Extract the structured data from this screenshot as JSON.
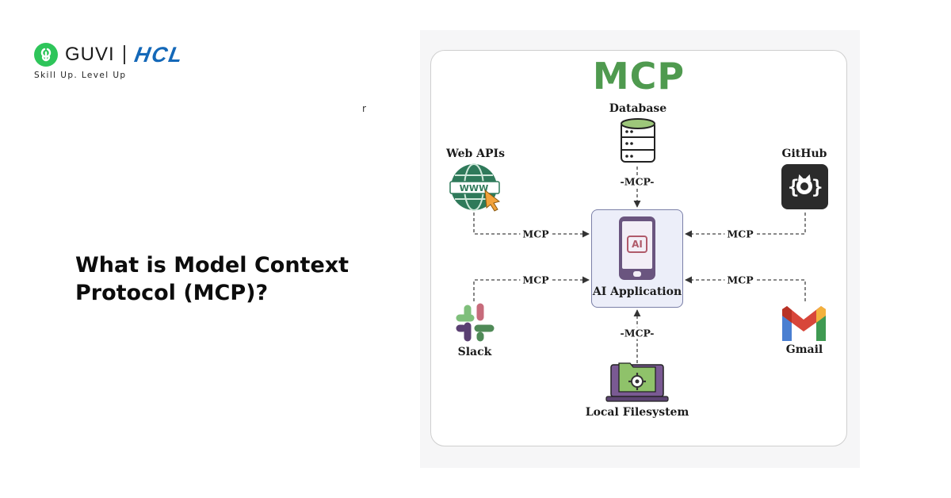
{
  "brand": {
    "name": "GUVI",
    "partner": "HCL",
    "tagline": "Skill Up. Level Up"
  },
  "stray_char": "r",
  "headline": "What is Model Context Protocol (MCP)?",
  "diagram": {
    "title": "MCP",
    "center": {
      "label": "AI Application",
      "icon": "smartphone-ai-icon",
      "badge": "AI"
    },
    "nodes": [
      {
        "id": "database",
        "label": "Database",
        "icon": "database-icon"
      },
      {
        "id": "web_apis",
        "label": "Web APIs",
        "icon": "globe-www-icon"
      },
      {
        "id": "github",
        "label": "GitHub",
        "icon": "github-icon"
      },
      {
        "id": "slack",
        "label": "Slack",
        "icon": "slack-icon"
      },
      {
        "id": "gmail",
        "label": "Gmail",
        "icon": "gmail-icon"
      },
      {
        "id": "local_fs",
        "label": "Local Filesystem",
        "icon": "folder-gear-icon"
      }
    ],
    "edge_labels": {
      "database": "-MCP-",
      "web_apis": "MCP",
      "github": "MCP",
      "slack": "MCP",
      "gmail": "MCP",
      "local_fs": "-MCP-"
    },
    "colors": {
      "title": "#4f9a4f",
      "ai_box_fill": "#eceef9",
      "ai_box_border": "#7b80a8",
      "phone": "#6a557f",
      "globe": "#2f7a5a",
      "github_bg": "#2b2b2b",
      "folder": "#8fc26a",
      "laptop": "#7a5a93"
    }
  }
}
